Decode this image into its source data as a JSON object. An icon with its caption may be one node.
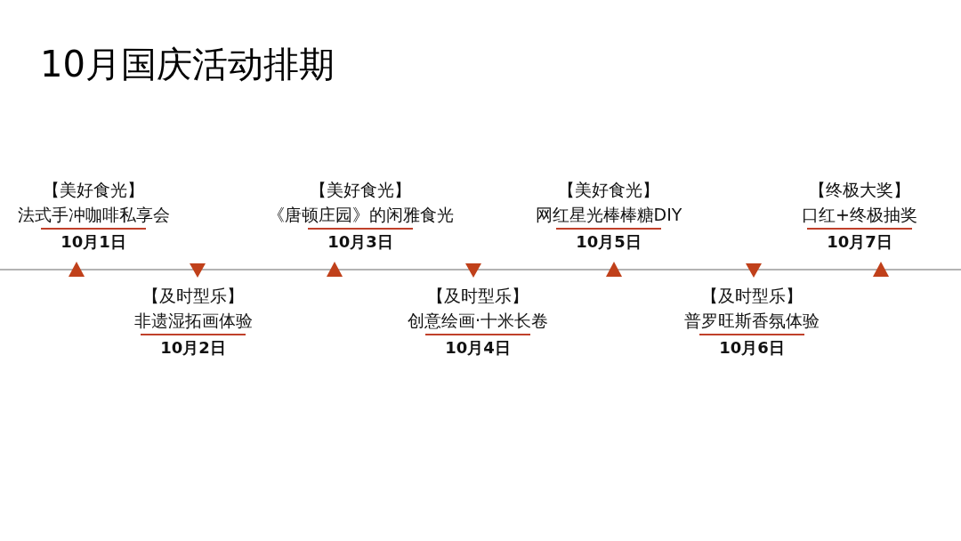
{
  "diagram": {
    "title": "10月国庆活动排期",
    "nodes": [
      {
        "text": [
          "【美好食光】",
          "法式手冲咖啡私享会",
          "10月1日"
        ]
      },
      {
        "text": [
          "【及时型乐】",
          "非遗湿拓画体验",
          "10月2日"
        ]
      },
      {
        "text": [
          "【美好食光】",
          "《唐顿庄园》的闲雅食光",
          "10月3日"
        ]
      },
      {
        "text": [
          "【及时型乐】",
          "创意绘画·十米长卷",
          "10月4日"
        ]
      },
      {
        "text": [
          "【美好食光】",
          "网红星光棒棒糖DIY",
          "10月5日"
        ]
      },
      {
        "text": [
          "【及时型乐】",
          "普罗旺斯香氛体验",
          "10月6日"
        ]
      },
      {
        "text": [
          "【终极大奖】",
          "口红+终极抽奖",
          "10月7日"
        ]
      }
    ]
  }
}
